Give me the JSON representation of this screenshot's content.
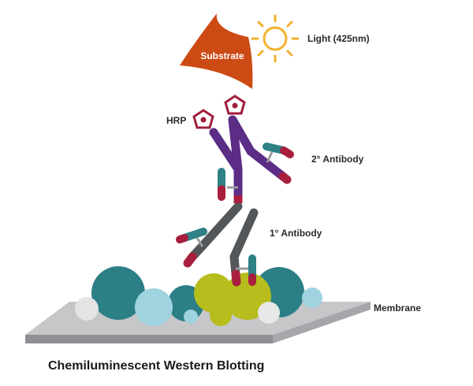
{
  "labels": {
    "substrate": "Substrate",
    "light": "Light (425nm)",
    "hrp": "HRP",
    "secondary_antibody": "2° Antibody",
    "primary_antibody": "1° Antibody",
    "membrane": "Membrane",
    "title": "Chemiluminescent Western Blotting"
  },
  "colors": {
    "substrate": "#cc4a14",
    "sun": "#f2b12e",
    "hrp": "#a01e3c",
    "secondary_antibody": "#5b2d86",
    "primary_antibody": "#54575a",
    "antibody_tip": "#a81f3d",
    "antigen": "#2f8186",
    "membrane_top": "#c9cacc",
    "membrane_side": "#999a9d",
    "protein_teal": "#2d7f86",
    "protein_lightblue": "#9fd3df",
    "protein_lime": "#b6bd1c",
    "protein_white": "#e6e6e6"
  }
}
